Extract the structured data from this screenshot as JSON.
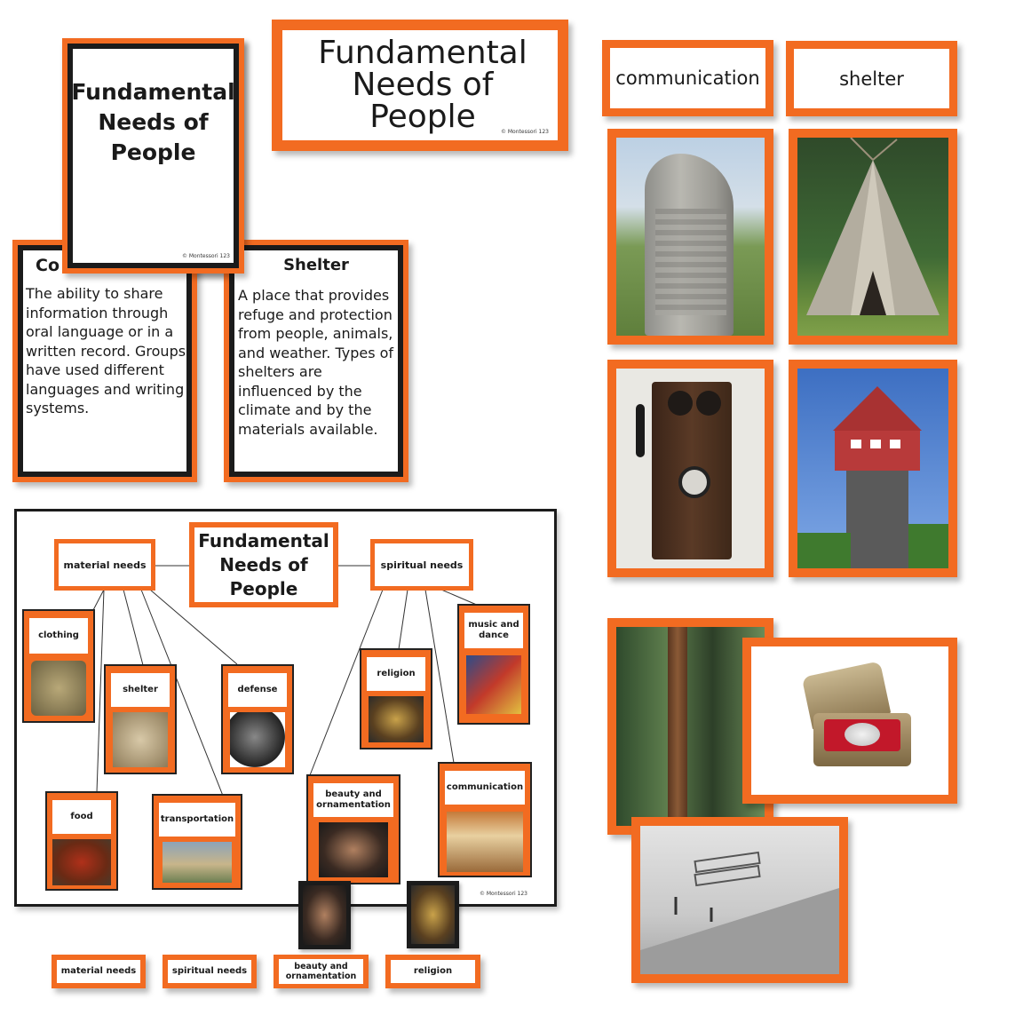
{
  "title_card_portrait": {
    "title": "Fundamental Needs of People",
    "copyright": "© Montessori 123"
  },
  "title_card_landscape": {
    "title": "Fundamental Needs of People",
    "copyright": "© Montessori 123"
  },
  "def_card_communication": {
    "title": "Co",
    "text": "The ability to share information through oral language or in a written record. Groups have used different languages and writing systems."
  },
  "def_card_shelter": {
    "title": "Shelter",
    "text": "A place that provides refuge and protection from people, animals, and weather. Types of shelters are influenced by the climate and by the materials available."
  },
  "label_cards": {
    "communication": "communication",
    "shelter": "shelter"
  },
  "chart": {
    "center_title": "Fundamental Needs of People",
    "material_needs": "material needs",
    "spiritual_needs": "spiritual needs",
    "clothing": "clothing",
    "shelter": "shelter",
    "defense": "defense",
    "food": "food",
    "transportation": "transportation",
    "religion": "religion",
    "music_dance": "music and dance",
    "beauty": "beauty and ornamentation",
    "communication": "communication",
    "copyright": "© Montessori 123"
  },
  "bottom_labels": {
    "material_needs": "material needs",
    "spiritual_needs": "spiritual needs",
    "beauty": "beauty and ornamentation",
    "religion": "religion"
  },
  "colors": {
    "accent": "#f26b21",
    "frame": "#1b1b1b"
  }
}
